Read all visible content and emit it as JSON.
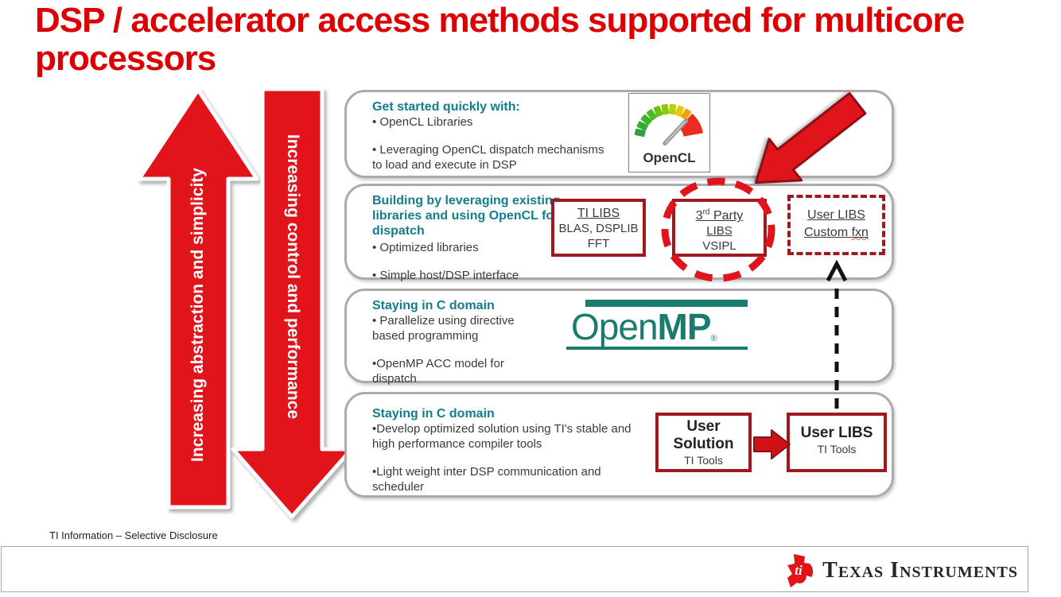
{
  "title": "DSP / accelerator access methods supported for multicore processors",
  "side_arrows": {
    "up_label": "Increasing abstraction and simplicity",
    "down_label": "Increasing control and performance"
  },
  "panels": {
    "p1": {
      "heading": "Get started quickly with:",
      "bullet1": "• OpenCL Libraries",
      "bullet2": "• Leveraging OpenCL dispatch mechanisms to load and execute in DSP",
      "opencl_label": "OpenCL"
    },
    "p2": {
      "heading": "Building by leveraging existing libraries and using OpenCL for dispatch",
      "bullet1": "• Optimized libraries",
      "bullet2": "• Simple host/DSP interface",
      "ti_libs_title": "TI LIBS",
      "ti_libs_line1": "BLAS, DSPLIB",
      "ti_libs_line2": "FFT",
      "third_party_num": "3",
      "third_party_sup": "rd",
      "third_party_rest": " Party",
      "third_party_line2": "LIBS",
      "third_party_line3": "VSIPL",
      "user_libs_title": "User LIBS",
      "user_libs_line_a": "Custom ",
      "user_libs_line_b": "fxn"
    },
    "p3": {
      "heading": "Staying in C domain",
      "bullet1": "• Parallelize using directive based programming",
      "bullet2": "•OpenMP ACC model for dispatch",
      "openmp_open": "Open",
      "openmp_mp": "MP",
      "openmp_reg": "®"
    },
    "p4": {
      "heading": "Staying in C domain",
      "bullet1": "•Develop optimized solution using TI's stable and high performance compiler tools",
      "bullet2": "•Light weight inter DSP communication and scheduler",
      "user_solution_line1": "User",
      "user_solution_line2": "Solution",
      "user_solution_sub": "TI Tools",
      "user_libs_line1": "User LIBS",
      "user_libs_sub": "TI Tools"
    }
  },
  "footer": {
    "classification": "TI Information – Selective Disclosure",
    "brand": "Texas Instruments"
  },
  "colors": {
    "title_red": "#dc0003",
    "arrow_red": "#e1141b",
    "box_border_red": "#9e1a1c",
    "heading_teal": "#127d8d",
    "openmp_teal": "#1a7b6f",
    "panel_border_gray": "#ababab"
  }
}
